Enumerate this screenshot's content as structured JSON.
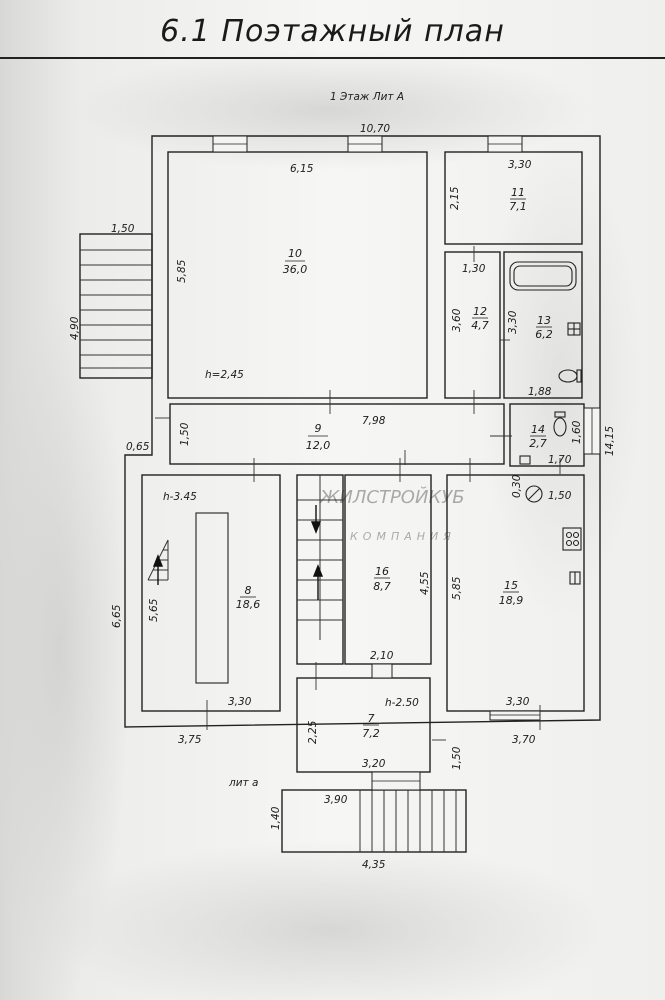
{
  "title": "6.1 Поэтажный план",
  "floor_label": "1 Этаж Лит А",
  "annex_label": "лит а",
  "watermark": {
    "name": "ЖИЛСТРОЙКУБ",
    "sub": "КОМПАНИЯ"
  },
  "rooms": {
    "r10": {
      "num": "10",
      "area": "36,0"
    },
    "r11": {
      "num": "11",
      "area": "7,1"
    },
    "r12": {
      "num": "12",
      "area": "4,7"
    },
    "r13": {
      "num": "13",
      "area": "6,2"
    },
    "r9": {
      "num": "9",
      "area": "12,0"
    },
    "r14": {
      "num": "14",
      "area": "2,7"
    },
    "r8": {
      "num": "8",
      "area": "18,6"
    },
    "r16": {
      "num": "16",
      "area": "8,7"
    },
    "r15": {
      "num": "15",
      "area": "18,9"
    },
    "r7": {
      "num": "7",
      "area": "7,2"
    }
  },
  "heights": {
    "main": "h=2,45",
    "r8": "h-3.45",
    "r7": "h-2.50"
  },
  "dims": {
    "d1070": "10,70",
    "d615": "6,15",
    "d330_top": "3,30",
    "d215": "2,15",
    "d150_stair": "1,50",
    "d585_left": "5,85",
    "d130": "1,30",
    "d490": "4,90",
    "d360": "3,60",
    "d330_v": "3,30",
    "d188": "1,88",
    "d798": "7,98",
    "d065": "0,65",
    "d150_corr": "1,50",
    "d160": "1,60",
    "d1415": "14,15",
    "d170": "1,70",
    "d030": "0,30",
    "d150_r15": "1,50",
    "d665": "6,65",
    "d565": "5,65",
    "d455": "4,55",
    "d585_r15": "5,85",
    "d210": "2,10",
    "d330_r8": "3,30",
    "d330_r15": "3,30",
    "d375": "3,75",
    "d225": "2,25",
    "d370": "3,70",
    "d320": "3,20",
    "d150_porch": "1,50",
    "d390": "3,90",
    "d140": "1,40",
    "d435": "4,35"
  }
}
